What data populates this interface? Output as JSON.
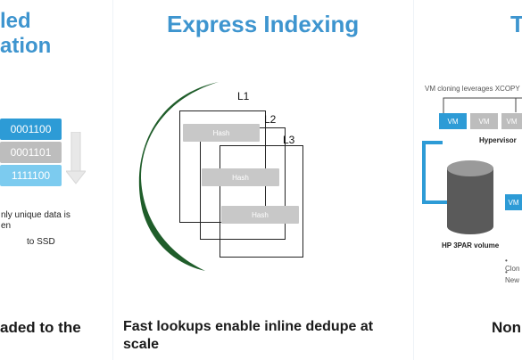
{
  "left": {
    "title_line1": "led",
    "title_line2": "ation",
    "codes": [
      "0001100",
      "0001101",
      "1111100"
    ],
    "note_line1": "nly unique data is",
    "note_line2": "en",
    "to_ssd": "to SSD",
    "bottom": "aded to  the"
  },
  "middle": {
    "title": "Express Indexing",
    "labels": [
      "L1",
      "L2",
      "L3"
    ],
    "hash_labels": [
      "Hash",
      "Hash",
      "Hash"
    ],
    "bottom_line1": "Fast lookups enable inline dedupe at",
    "bottom_line2": "scale"
  },
  "right": {
    "title": "T",
    "caption": "VM cloning leverages XCOPY",
    "vms": [
      "VM",
      "VM",
      "VM",
      "VM"
    ],
    "hypervisor": "Hypervisor",
    "volume": "HP 3PAR volume",
    "bullets": [
      "• Clon",
      "• New"
    ],
    "bottom": "Non"
  },
  "colors": {
    "accent_blue": "#3e95cf",
    "code_blue": "#2d9bd6",
    "code_gray": "#bdbdbd",
    "code_light": "#7ccbef",
    "arc_green": "#1f5d2a"
  }
}
